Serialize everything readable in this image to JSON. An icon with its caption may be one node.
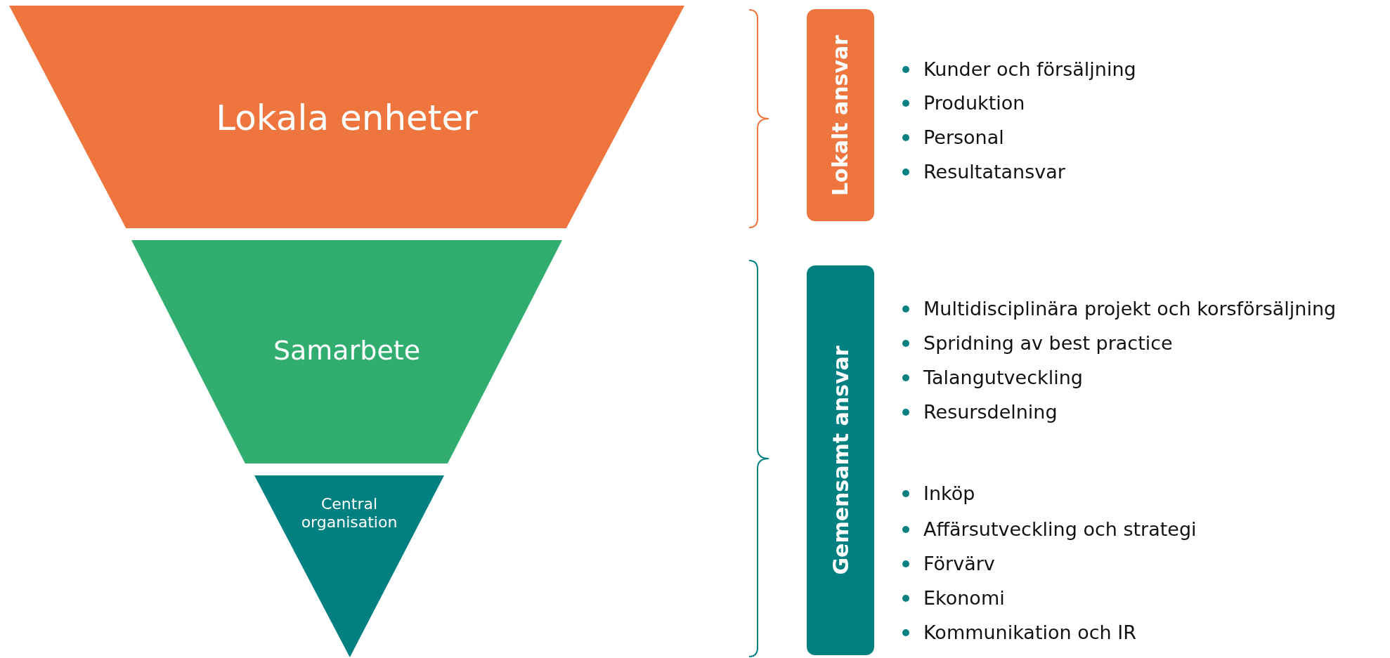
{
  "diagram": {
    "nodes": [
      {
        "text": [
          "Lokala enheter"
        ]
      },
      {
        "text": [
          "Samarbete"
        ]
      },
      {
        "text": [
          "Central organisation"
        ]
      },
      {
        "text": [
          "Lokalt ansvar"
        ]
      },
      {
        "text": [
          "Gemensamt ansvar"
        ]
      }
    ],
    "labels": [
      "Kunder och försäljning",
      "Produktion",
      "Personal",
      "Resultatansvar",
      "Multidisciplinära projekt och korsförsäljning",
      "Spridning av best practice",
      "Talangutveckling",
      "Resursdelning",
      "Inköp",
      "Affärsutveckling och strategi",
      "Förvärv",
      "Ekonomi",
      "Kommunikation och IR"
    ]
  }
}
